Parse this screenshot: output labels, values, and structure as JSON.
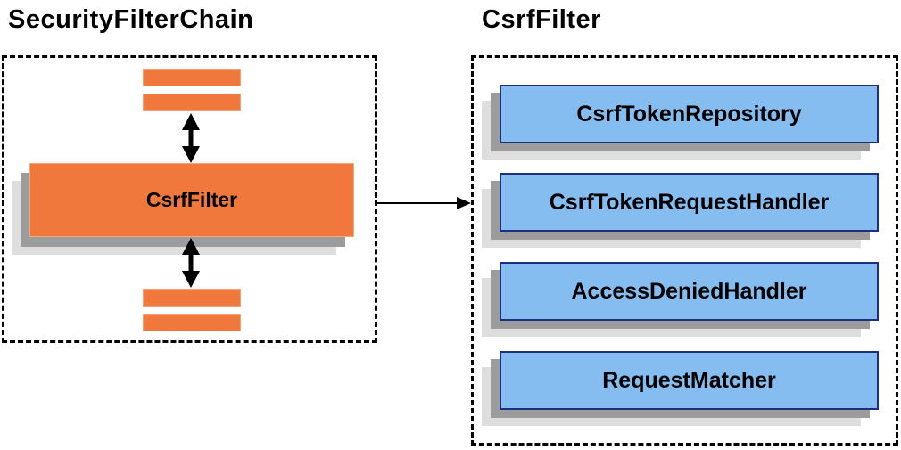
{
  "left": {
    "title": "SecurityFilterChain",
    "filter_label": "CsrfFilter"
  },
  "right": {
    "title": "CsrfFilter",
    "components": [
      "CsrfTokenRepository",
      "CsrfTokenRequestHandler",
      "AccessDeniedHandler",
      "RequestMatcher"
    ]
  },
  "colors": {
    "accent_orange": "#f0783c",
    "accent_blue": "#85bdf0",
    "blue_border": "#1f2f80",
    "shadow_dark": "#9c9c9c",
    "shadow_light": "#dedede",
    "line_black": "#000000"
  }
}
